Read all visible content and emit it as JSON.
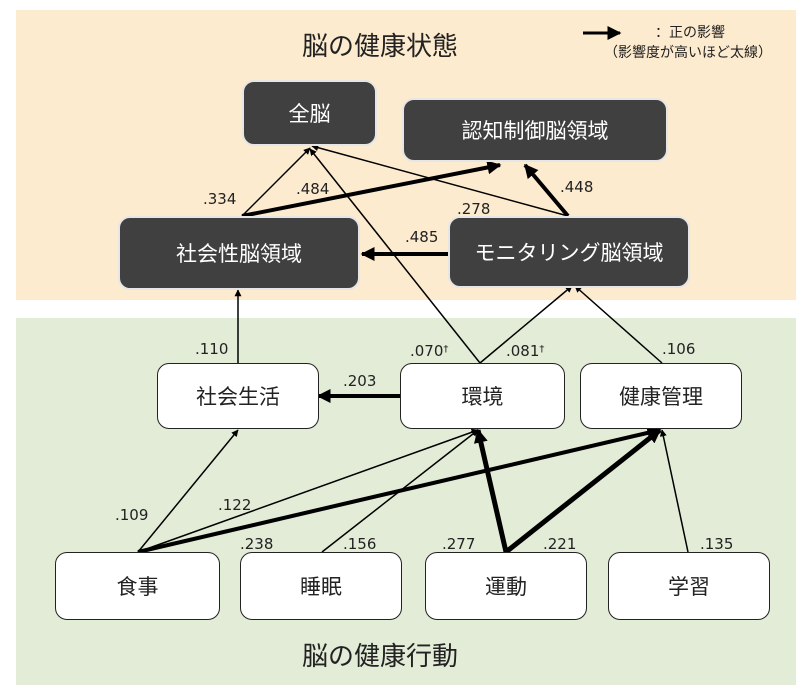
{
  "titles": {
    "state": "脳の健康状態",
    "behavior": "脳の健康行動"
  },
  "legend": {
    "line1": "：正の影響",
    "line2": "（影響度が高いほど太線）"
  },
  "nodes": {
    "whole_brain": "全脳",
    "cognitive_control": "認知制御脳領域",
    "social_brain": "社会性脳領域",
    "monitoring": "モニタリング脳領域",
    "social_life": "社会生活",
    "environment": "環境",
    "health_mgmt": "健康管理",
    "diet": "食事",
    "sleep": "睡眠",
    "exercise": "運動",
    "learning": "学習"
  },
  "edges": [
    {
      "from": "social_brain",
      "to": "whole_brain",
      "weight": "334"
    },
    {
      "from": "social_brain",
      "to": "cognitive_control",
      "weight": "484"
    },
    {
      "from": "monitoring",
      "to": "whole_brain",
      "weight": "278"
    },
    {
      "from": "monitoring",
      "to": "cognitive_control",
      "weight": "448"
    },
    {
      "from": "monitoring",
      "to": "social_brain",
      "weight": "485"
    },
    {
      "from": "social_life",
      "to": "social_brain",
      "weight": "110"
    },
    {
      "from": "environment",
      "to": "whole_brain",
      "weight": "070"
    },
    {
      "from": "environment",
      "to": "monitoring",
      "weight": "081"
    },
    {
      "from": "health_mgmt",
      "to": "monitoring",
      "weight": "106"
    },
    {
      "from": "environment",
      "to": "social_life",
      "weight": "203"
    },
    {
      "from": "diet",
      "to": "social_life",
      "weight": "109"
    },
    {
      "from": "diet",
      "to": "environment",
      "weight": "122"
    },
    {
      "from": "diet",
      "to": "health_mgmt",
      "weight": "238"
    },
    {
      "from": "sleep",
      "to": "environment",
      "weight": "156"
    },
    {
      "from": "exercise",
      "to": "environment",
      "weight": "277"
    },
    {
      "from": "exercise",
      "to": "health_mgmt",
      "weight": "221"
    },
    {
      "from": "learning",
      "to": "health_mgmt",
      "weight": "135"
    }
  ],
  "labels": {
    "e334": ".334",
    "e484": ".484",
    "e278": ".278",
    "e448": ".448",
    "e485": ".485",
    "e110": ".110",
    "e070": ".070",
    "e081": ".081",
    "dagger": "†",
    "e106": ".106",
    "e203": ".203",
    "e109": ".109",
    "e122": ".122",
    "e238": ".238",
    "e156": ".156",
    "e277": ".277",
    "e221": ".221",
    "e135": ".135"
  }
}
